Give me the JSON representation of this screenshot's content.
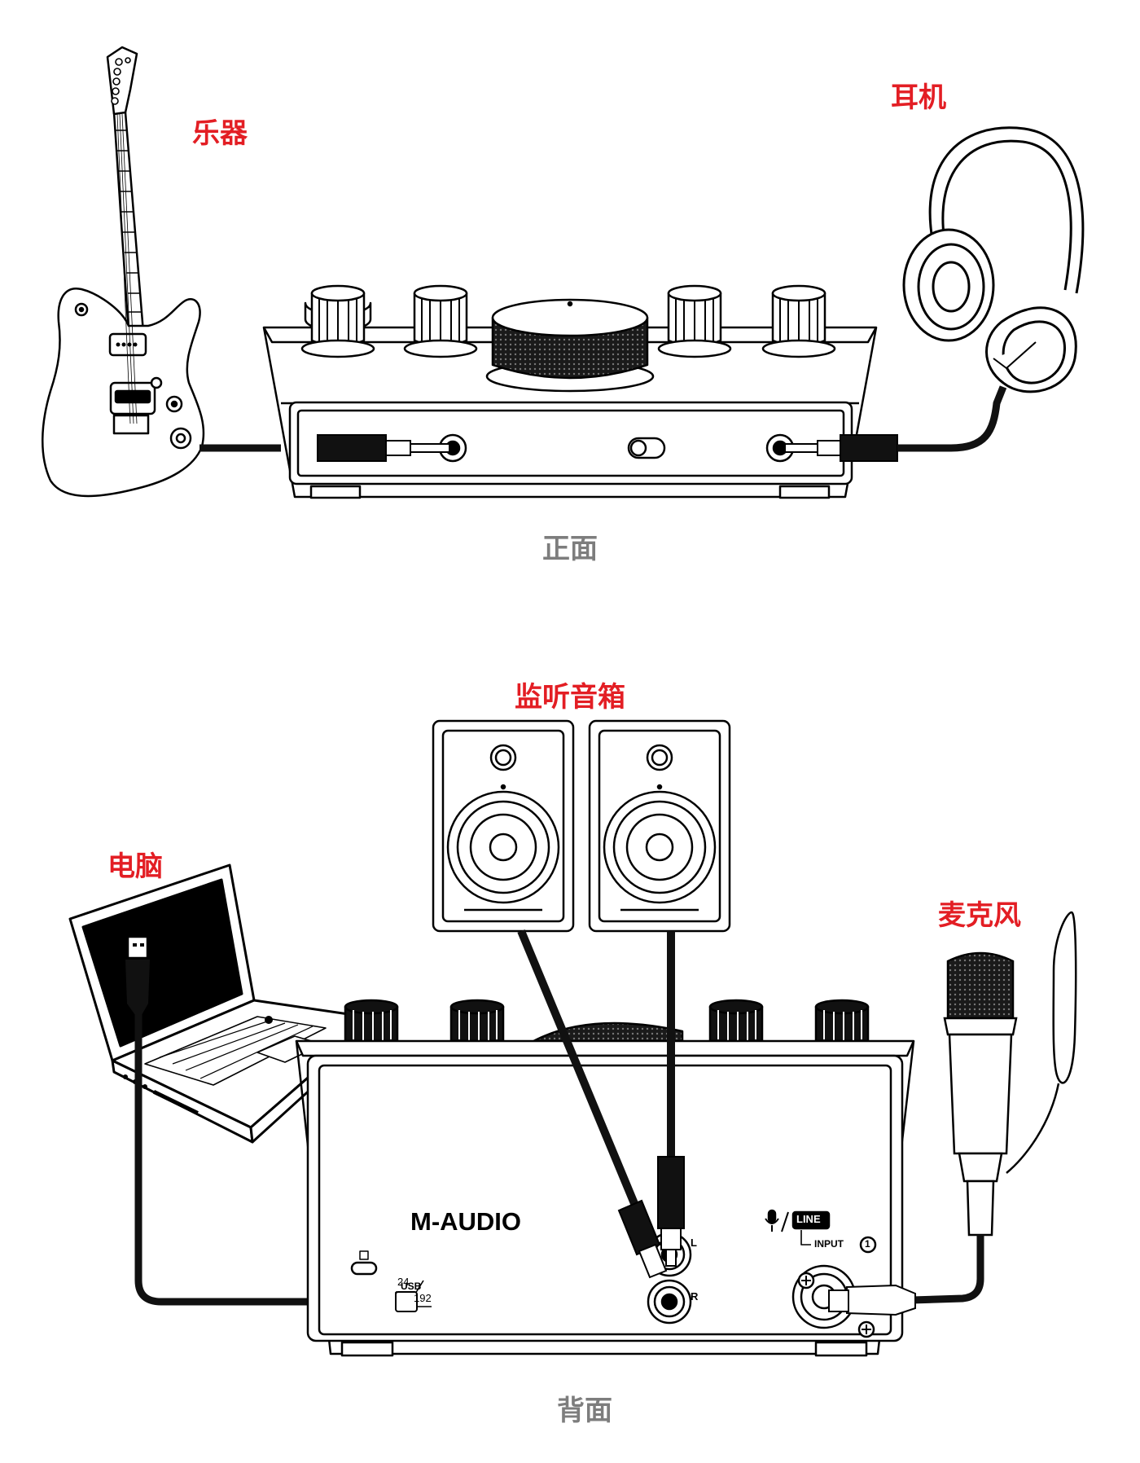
{
  "labels": {
    "instrument": "乐器",
    "headphones": "耳机",
    "front": "正面",
    "monitors": "监听音箱",
    "computer": "电脑",
    "microphone": "麦克风",
    "back": "背面"
  },
  "device_text": {
    "brand": "M-AUDIO",
    "usb": "USB",
    "line": "LINE",
    "input": "INPUT",
    "input_number": "1",
    "out_left": "L",
    "out_right": "R",
    "rate_top": "24",
    "rate_bottom": "192"
  },
  "colors": {
    "label_red": "#e31e24",
    "caption_gray": "#7d7d7d",
    "line": "#000000",
    "cable": "#111111"
  }
}
